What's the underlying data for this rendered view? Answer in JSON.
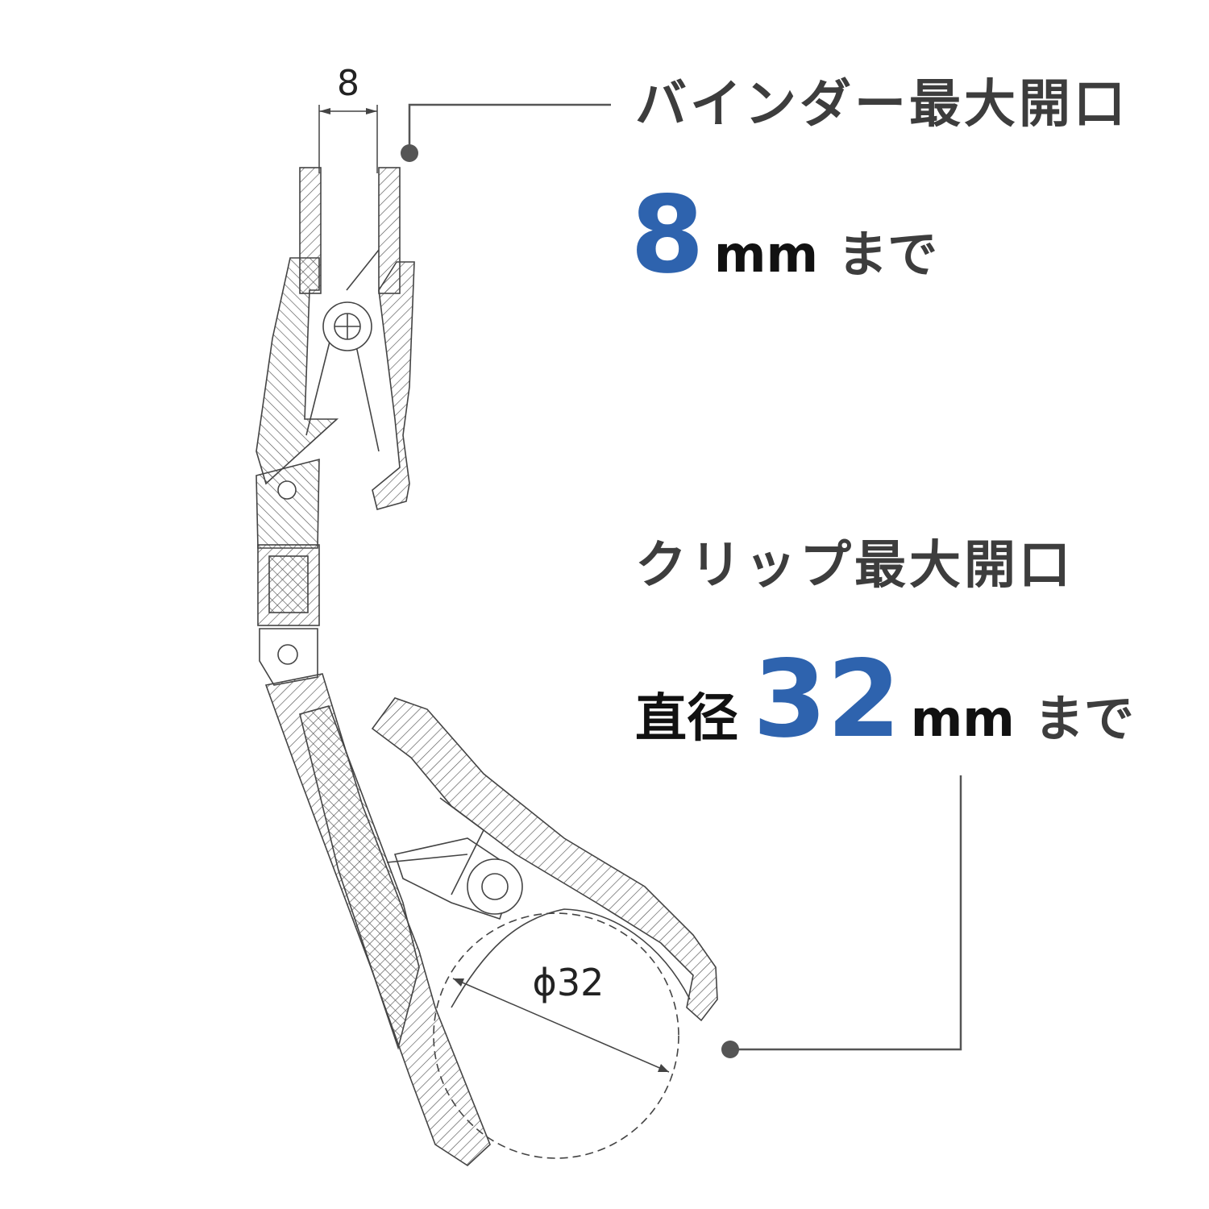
{
  "binder": {
    "heading": "バインダー最大開口",
    "value": "8",
    "unit": "mm",
    "suffix": "まで"
  },
  "clip": {
    "heading": "クリップ最大開口",
    "prefix": "直径",
    "value": "32",
    "unit": "mm",
    "suffix": "まで"
  },
  "dimensions": {
    "top_width": "8",
    "diameter": "ϕ32"
  },
  "colors": {
    "accent": "#2e63ae",
    "heading": "#3d3d3d",
    "line": "#555555"
  }
}
